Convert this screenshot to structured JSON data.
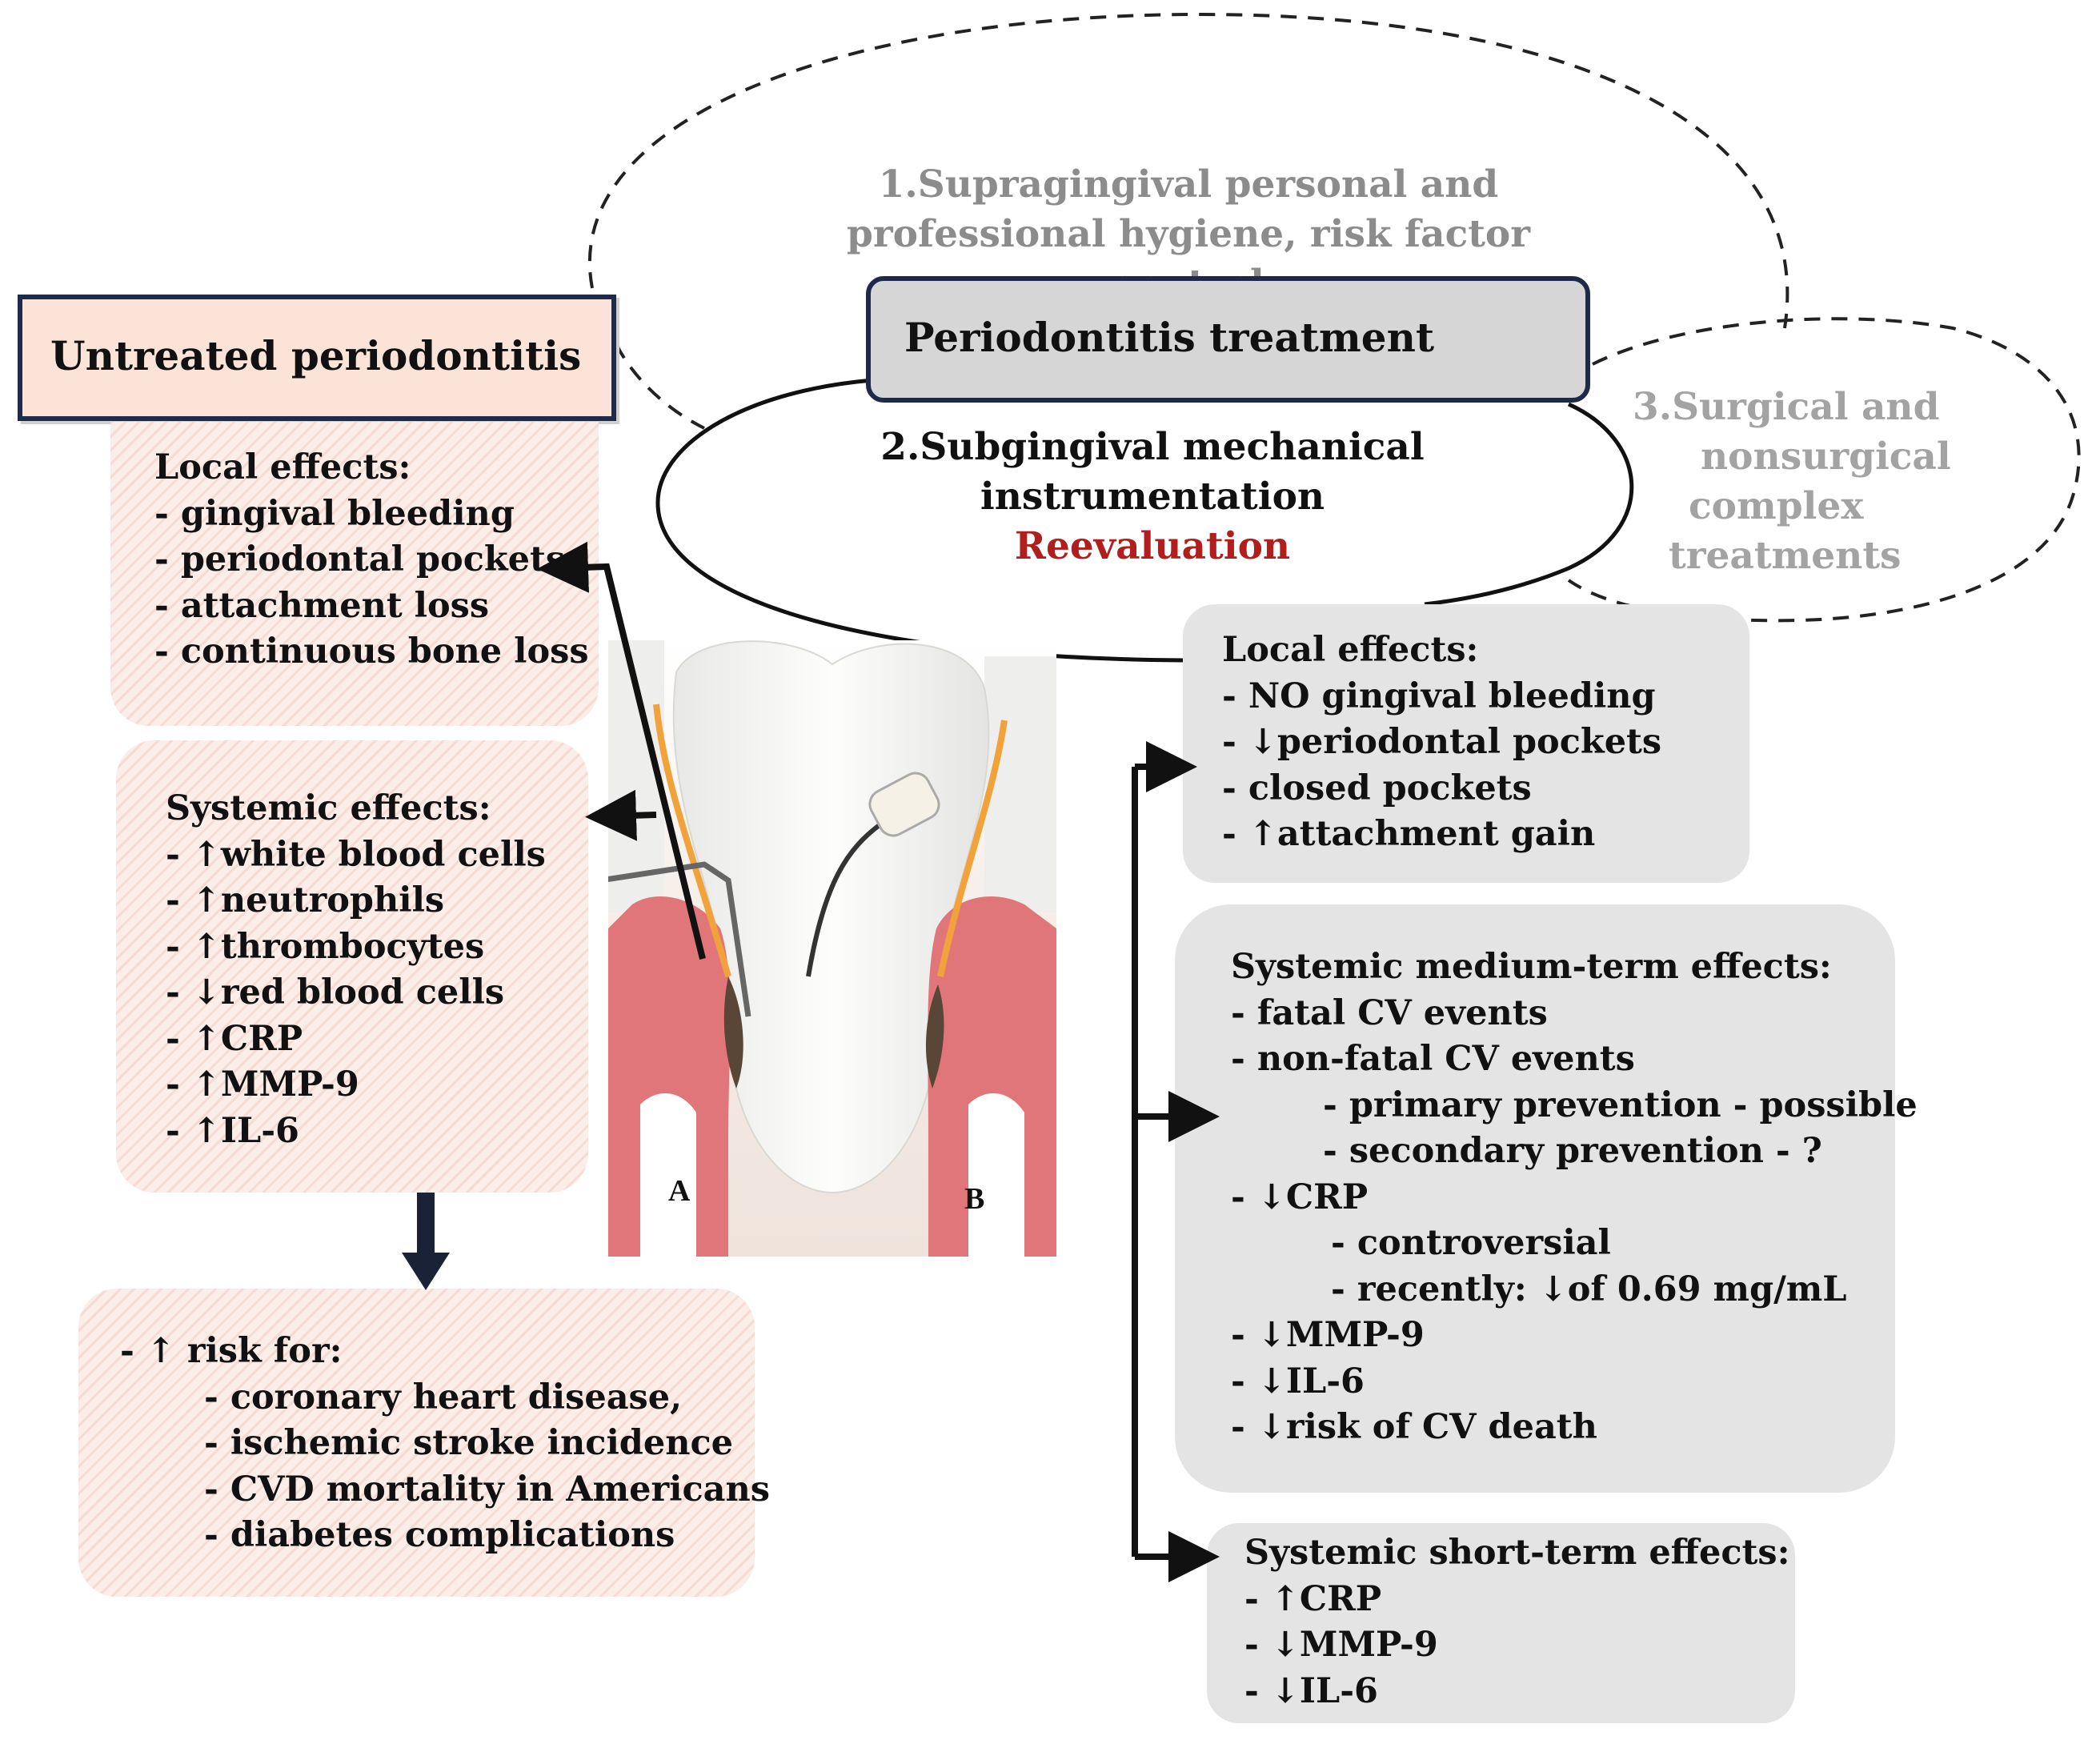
{
  "untreated": {
    "title": "Untreated periodontitis",
    "local": {
      "heading": "Local effects:",
      "items": [
        "- gingival bleeding",
        "- periodontal pockets",
        "- attachment loss",
        "- continuous bone loss"
      ]
    },
    "systemic": {
      "heading": "Systemic effects:",
      "items": [
        "- ↑white blood cells",
        "- ↑neutrophils",
        "- ↑thrombocytes",
        "- ↓red blood cells",
        "- ↑CRP",
        "- ↑MMP-9",
        "- ↑IL-6"
      ]
    },
    "risk": {
      "heading": "- ↑ risk for:",
      "items": [
        "- coronary  heart disease,",
        "- ischemic stroke incidence",
        "- CVD mortality in Americans",
        "- diabetes complications"
      ]
    }
  },
  "treatment": {
    "title": "Periodontitis treatment",
    "step1": [
      "1.Supragingival personal and",
      "professional hygiene, risk factor control"
    ],
    "step2": [
      "2.Subgingival mechanical",
      "instrumentation"
    ],
    "reevaluation": "Reevaluation",
    "step3": [
      "3.Surgical and",
      "nonsurgical",
      "complex",
      "treatments"
    ]
  },
  "treated": {
    "local": {
      "heading": "Local effects:",
      "items": [
        "- NO gingival bleeding",
        "- ↓periodontal pockets",
        "- closed pockets",
        "- ↑attachment gain"
      ]
    },
    "medium": {
      "heading": "Systemic medium-term effects:",
      "items": [
        {
          "text": "- fatal CV events",
          "level": 0
        },
        {
          "text": "- non-fatal CV events",
          "level": 0
        },
        {
          "text": "- primary prevention - possible",
          "level": 2
        },
        {
          "text": "- secondary prevention - ?",
          "level": 2
        },
        {
          "text": "- ↓CRP",
          "level": 0
        },
        {
          "text": "- controversial",
          "level": 3
        },
        {
          "text": "- recently: ↓of 0.69 mg/mL",
          "level": 3
        },
        {
          "text": "- ↓MMP-9",
          "level": 0
        },
        {
          "text": "- ↓IL-6",
          "level": 0
        },
        {
          "text": "- ↓risk of CV death",
          "level": 0
        }
      ]
    },
    "short": {
      "heading": "Systemic short-term effects:",
      "items": [
        "- ↑CRP",
        "- ↓MMP-9",
        "- ↓IL-6"
      ]
    }
  },
  "illustration": {
    "label_a": "A",
    "label_b": "B"
  },
  "colors": {
    "untreated_fill": "#fbe3d7",
    "untreated_border": "#1e2a4a",
    "treatment_fill": "#d6d6d6",
    "reevaluation": "#b01e1e",
    "grey_box": "#e4e4e4",
    "hatch_box": "#fbeee8",
    "gum": "#e0767a",
    "tooth": "#f8f8f6"
  }
}
